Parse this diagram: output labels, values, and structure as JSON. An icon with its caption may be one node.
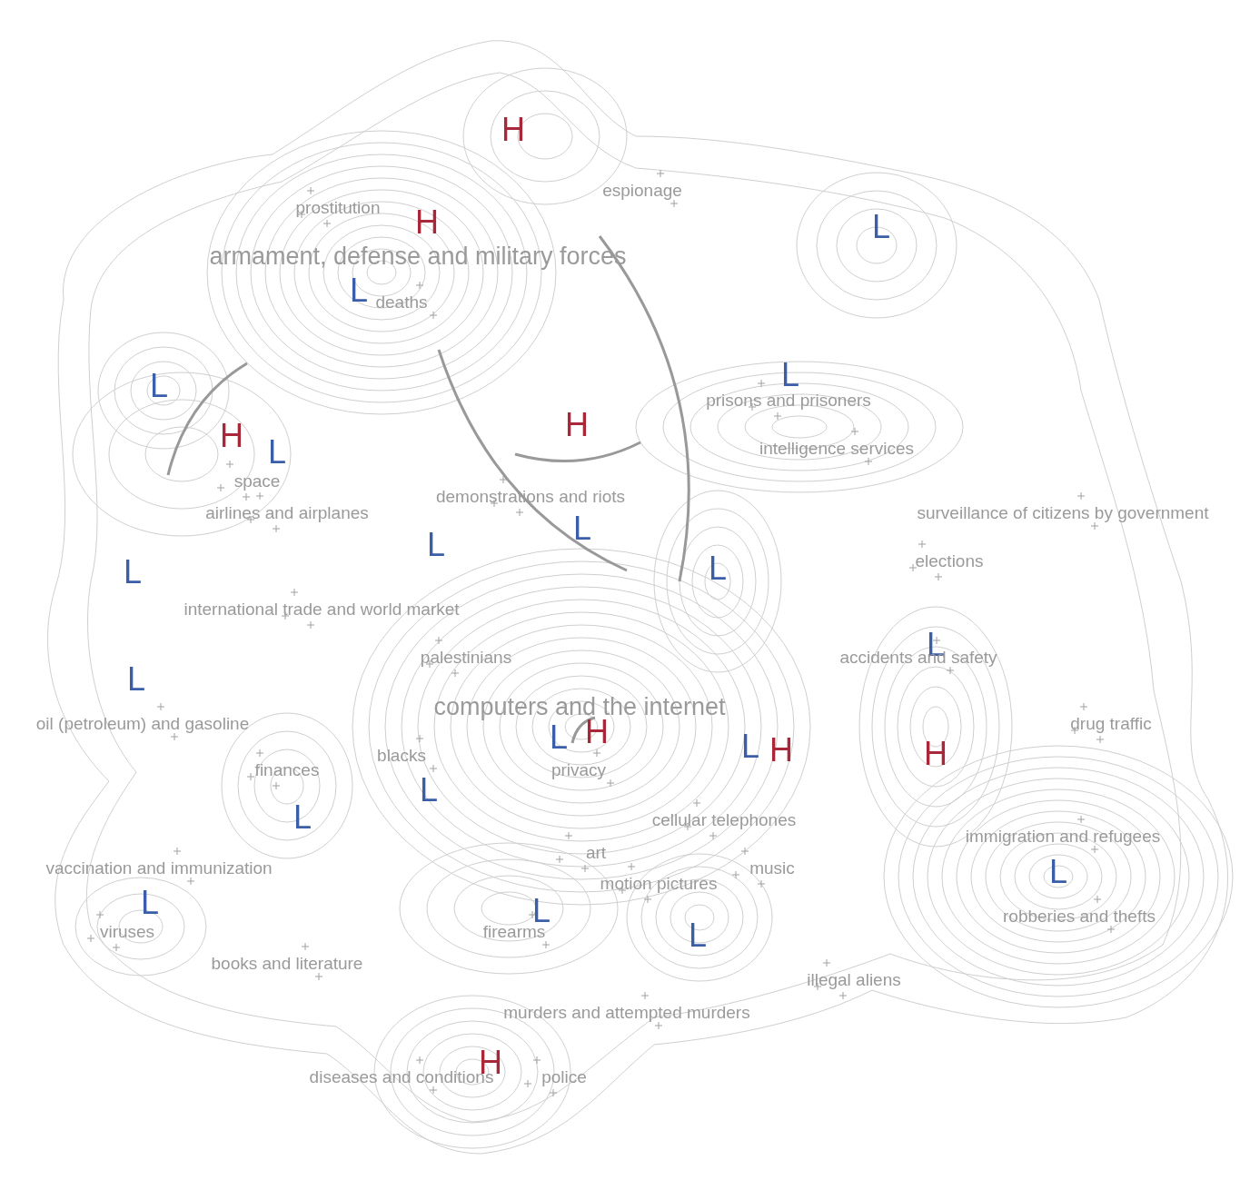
{
  "diagram": {
    "labels": [
      "H",
      "espionage",
      "prostitution",
      "L",
      "armament, defense and military forces",
      "H",
      "L",
      "deaths",
      "L",
      "L",
      "prisons and prisoners",
      "H",
      "H",
      "intelligence services",
      "space",
      "L",
      "demonstrations and riots",
      "L",
      "airlines and airplanes",
      "surveillance of citizens by government",
      "L",
      "L",
      "elections",
      "L",
      "international trade and world market",
      "L",
      "palestinians",
      "accidents and safety",
      "L",
      "computers and the internet",
      "L",
      "oil (petroleum) and gasoline",
      "drug traffic",
      "H",
      "L",
      "H",
      "H",
      "blacks",
      "finances",
      "privacy",
      "L",
      "L",
      "cellular telephones",
      "immigration and refugees",
      "art",
      "vaccination and immunization",
      "music",
      "L",
      "motion pictures",
      "robberies and thefts",
      "L",
      "L",
      "viruses",
      "firearms",
      "L",
      "books and literature",
      "illegal aliens",
      "murders and attempted murders",
      "H",
      "diseases and conditions",
      "police"
    ]
  }
}
